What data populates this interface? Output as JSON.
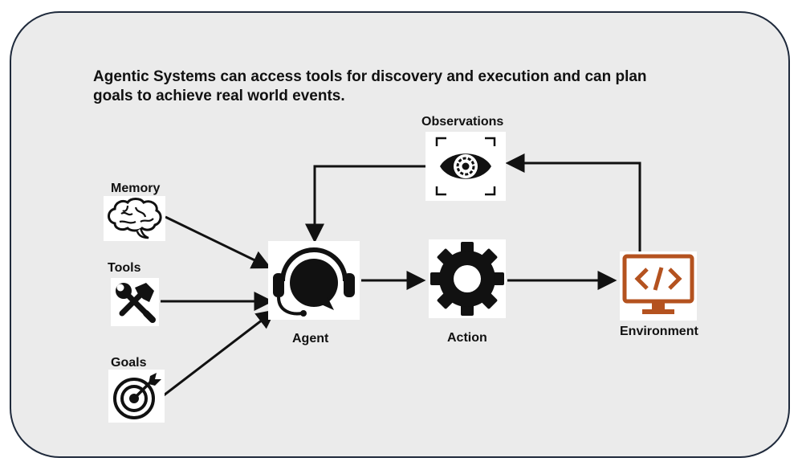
{
  "headline": "Agentic Systems can access tools for discovery and execution and can plan goals to achieve real world events.",
  "nodes": {
    "memory": {
      "label": "Memory",
      "icon": "brain-icon"
    },
    "tools": {
      "label": "Tools",
      "icon": "wrench-hammer-icon"
    },
    "goals": {
      "label": "Goals",
      "icon": "target-icon"
    },
    "agent": {
      "label": "Agent",
      "icon": "headset-agent-icon"
    },
    "action": {
      "label": "Action",
      "icon": "gear-icon"
    },
    "environment": {
      "label": "Environment",
      "icon": "code-monitor-icon"
    },
    "observations": {
      "label": "Observations",
      "icon": "eye-scan-icon"
    }
  },
  "colors": {
    "panel": "#ebebeb",
    "border": "#1f2a3c",
    "accent": "#b4521f",
    "ink": "#111111"
  }
}
